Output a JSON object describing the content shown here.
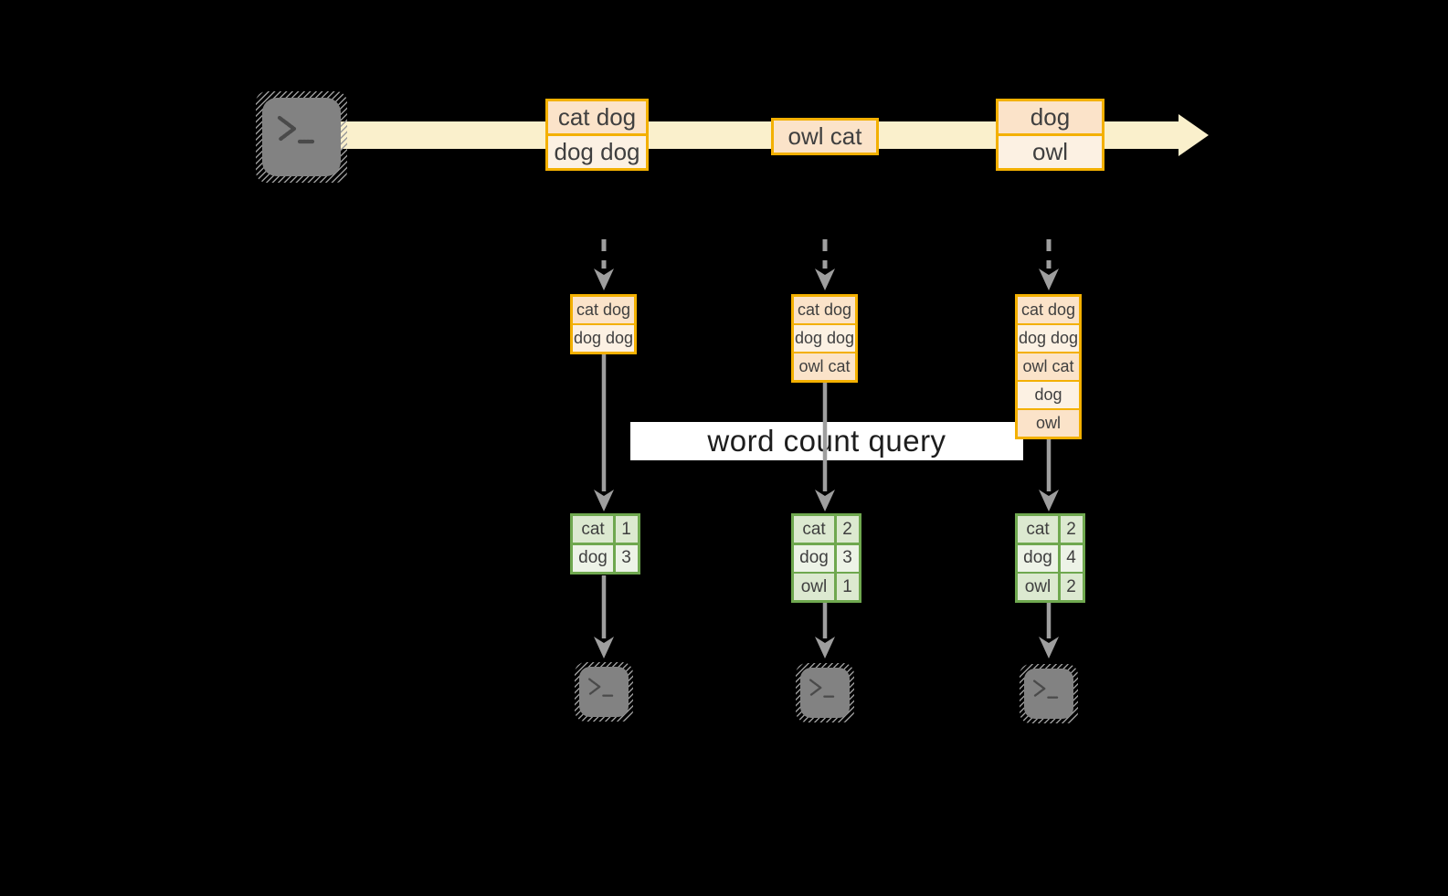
{
  "diagram_type": "streaming word count dataflow",
  "query_label": "word count query",
  "stream": {
    "events": [
      {
        "lines": [
          "cat dog",
          "dog dog"
        ]
      },
      {
        "lines": [
          "owl cat"
        ]
      },
      {
        "lines": [
          "dog",
          "owl"
        ]
      }
    ]
  },
  "columns": [
    {
      "buffer": [
        "cat dog",
        "dog dog"
      ],
      "counts": [
        {
          "word": "cat",
          "count": 1
        },
        {
          "word": "dog",
          "count": 3
        }
      ]
    },
    {
      "buffer": [
        "cat dog",
        "dog dog",
        "owl cat"
      ],
      "counts": [
        {
          "word": "cat",
          "count": 2
        },
        {
          "word": "dog",
          "count": 3
        },
        {
          "word": "owl",
          "count": 1
        }
      ]
    },
    {
      "buffer": [
        "cat dog",
        "dog dog",
        "owl cat",
        "dog",
        "owl"
      ],
      "counts": [
        {
          "word": "cat",
          "count": 2
        },
        {
          "word": "dog",
          "count": 4
        },
        {
          "word": "owl",
          "count": 2
        }
      ]
    }
  ],
  "icons": {
    "source": "terminal-prompt",
    "sinks": [
      "terminal-prompt",
      "terminal-prompt",
      "terminal-prompt"
    ]
  },
  "colors": {
    "background": "#000000",
    "stream_fill": "#FAF0CC",
    "box_border": "#F3B000",
    "box_fill_dark": "#FBE3C9",
    "box_fill_light": "#FCF1E3",
    "table_border": "#6FA84F",
    "table_fill": "#DCE9D0",
    "table_fill_light": "#EDF3E7",
    "arrow_gray": "#9E9E9E",
    "terminal_gray": "#828282",
    "band_background": "#FFFFFF",
    "text": "#3F3F3F"
  }
}
